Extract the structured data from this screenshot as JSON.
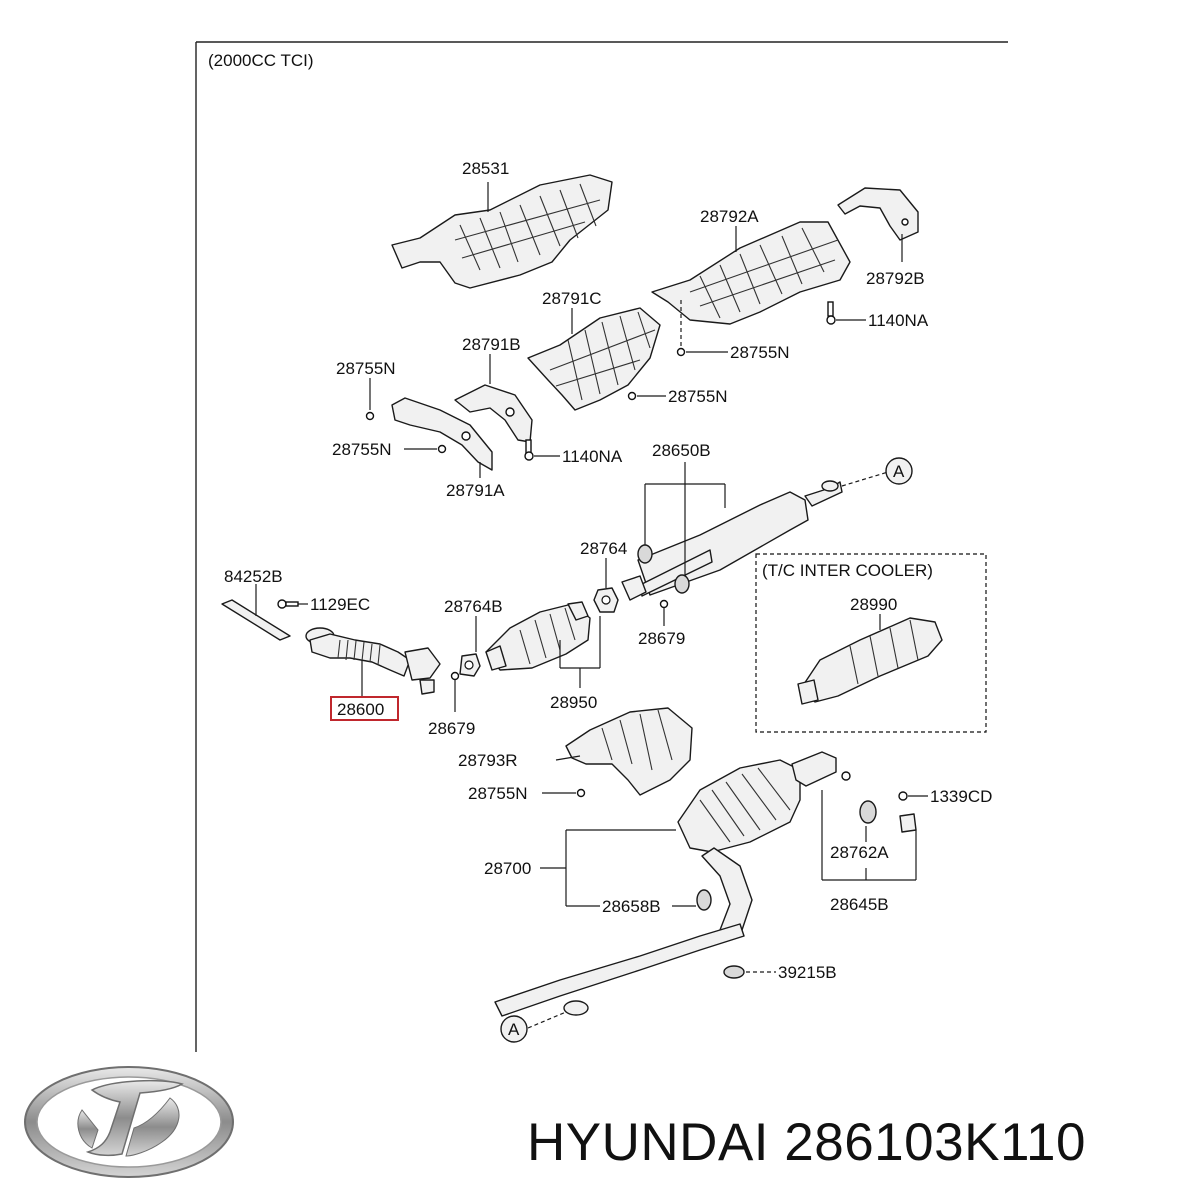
{
  "variant_label": "(2000CC TCI)",
  "inset_label": "(T/C INTER COOLER)",
  "ref_marker": "A",
  "highlighted_part": "28600",
  "callouts": {
    "c28531": "28531",
    "c28792A": "28792A",
    "c28792B": "28792B",
    "c28791C": "28791C",
    "c1140NA_top": "1140NA",
    "c28755N_r1": "28755N",
    "c28791B": "28791B",
    "c28755N_l1": "28755N",
    "c28755N_r2": "28755N",
    "c28755N_l2": "28755N",
    "c1140NA_mid": "1140NA",
    "c28791A": "28791A",
    "c28650B": "28650B",
    "c28764": "28764",
    "c84252B": "84252B",
    "c1129EC": "1129EC",
    "c28764B": "28764B",
    "c28679_r": "28679",
    "c28600": "28600",
    "c28679_l": "28679",
    "c28950": "28950",
    "c28990": "28990",
    "c28793R": "28793R",
    "c28755N_b": "28755N",
    "c1339CD": "1339CD",
    "c28700": "28700",
    "c28762A": "28762A",
    "c28658B": "28658B",
    "c28645B": "28645B",
    "c39215B": "39215B"
  },
  "footer": {
    "brand_text": "HYUNDAI 286103K110"
  },
  "icons": {
    "logo": "hyundai-logo-icon"
  }
}
